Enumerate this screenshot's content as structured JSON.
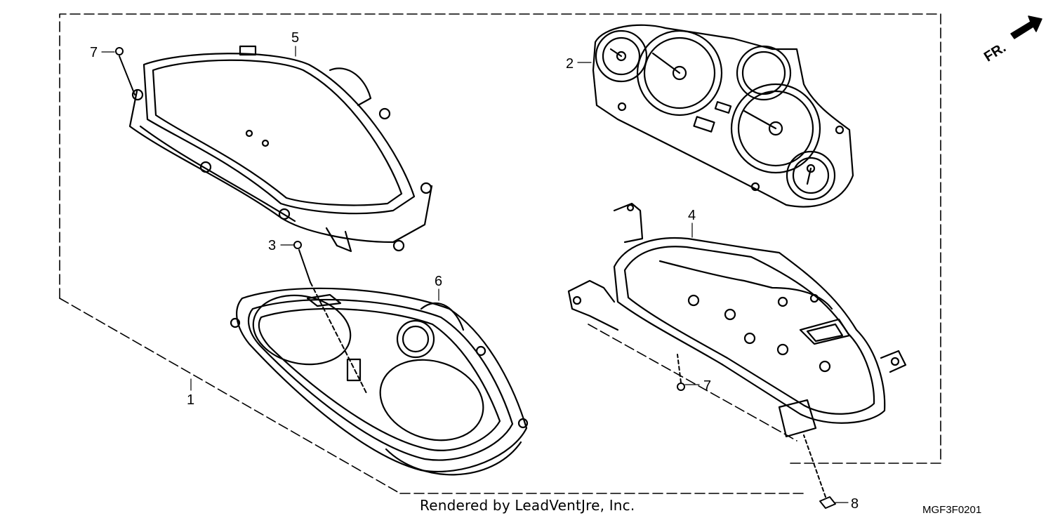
{
  "diagram": {
    "part_labels": [
      "1",
      "2",
      "3",
      "4",
      "5",
      "6",
      "7",
      "7",
      "8"
    ],
    "front_indicator": "FR.",
    "credit": "Rendered by LeadVentJre, Inc.",
    "diagram_code": "MGF3F0201"
  }
}
